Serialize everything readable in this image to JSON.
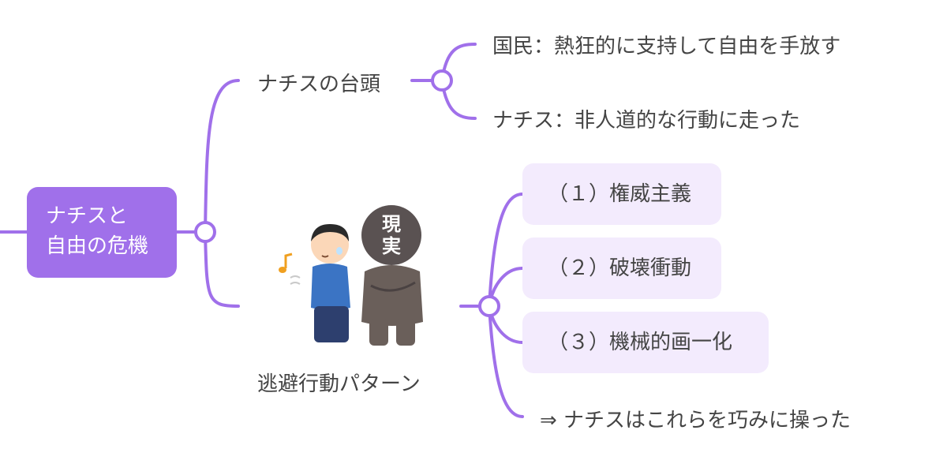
{
  "root": {
    "line1": "ナチスと",
    "line2": "自由の危機"
  },
  "branch_nazi": {
    "label": "ナチスの台頭",
    "children": [
      "国民：熱狂的に支持して自由を手放す",
      "ナチス：非人道的な行動に走った"
    ]
  },
  "branch_escape": {
    "label": "逃避行動パターン",
    "illustration_text": [
      "現",
      "実"
    ],
    "items": [
      "（１）権威主義",
      "（２）破壊衝動",
      "（３）機械的画一化"
    ],
    "conclusion": "⇒ ナチスはこれらを巧みに操った"
  },
  "colors": {
    "accent": "#a070ea",
    "pill_bg": "#f3ebfd",
    "text": "#444444"
  }
}
